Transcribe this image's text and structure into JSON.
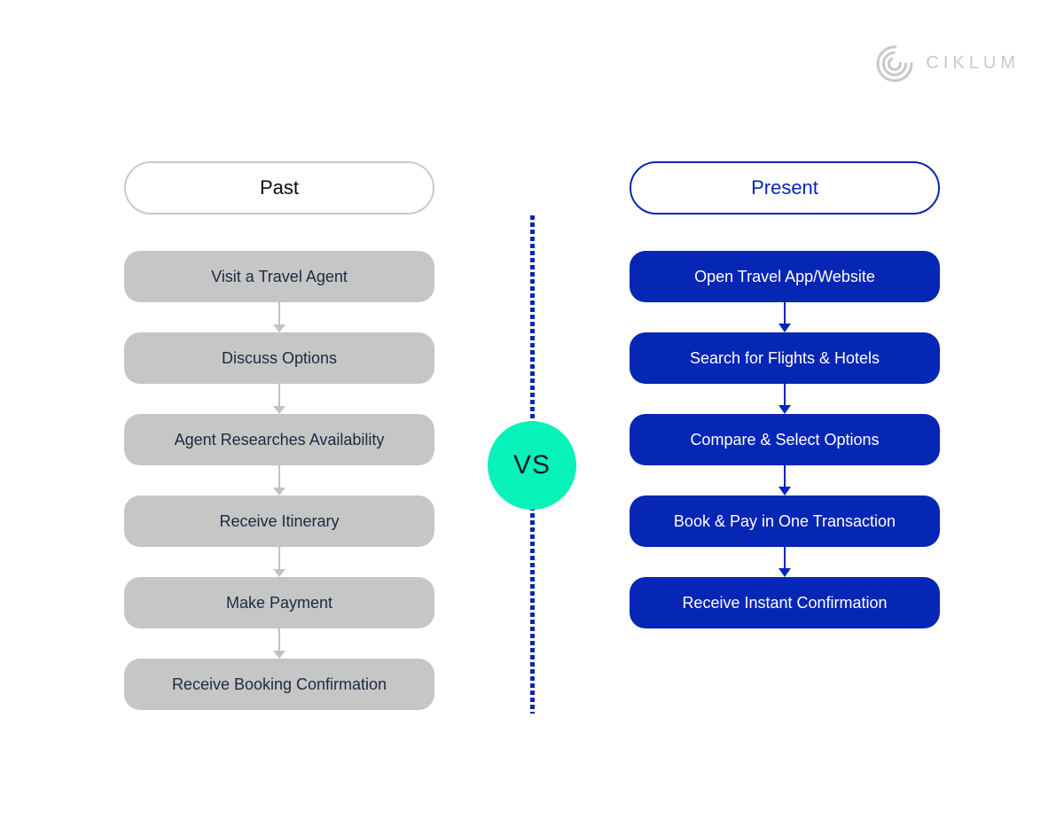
{
  "colors": {
    "blue": "#0626b5",
    "teal": "#06f2b9",
    "gray-box": "#c6c6c6",
    "gray-border": "#c9c9c9",
    "navy-text": "#1b2a41",
    "gray-arrow": "#c2c2c2",
    "logo-gray": "#c7c9c9"
  },
  "logo": {
    "brand": "CIKLUM"
  },
  "divider": {
    "vs_label": "VS"
  },
  "past": {
    "title": "Past",
    "steps": [
      "Visit a Travel Agent",
      "Discuss Options",
      "Agent Researches Availability",
      "Receive Itinerary",
      "Make Payment",
      "Receive Booking Confirmation"
    ]
  },
  "present": {
    "title": "Present",
    "steps": [
      "Open Travel App/Website",
      "Search for Flights & Hotels",
      "Compare & Select Options",
      "Book & Pay in One Transaction",
      "Receive Instant Confirmation"
    ]
  }
}
